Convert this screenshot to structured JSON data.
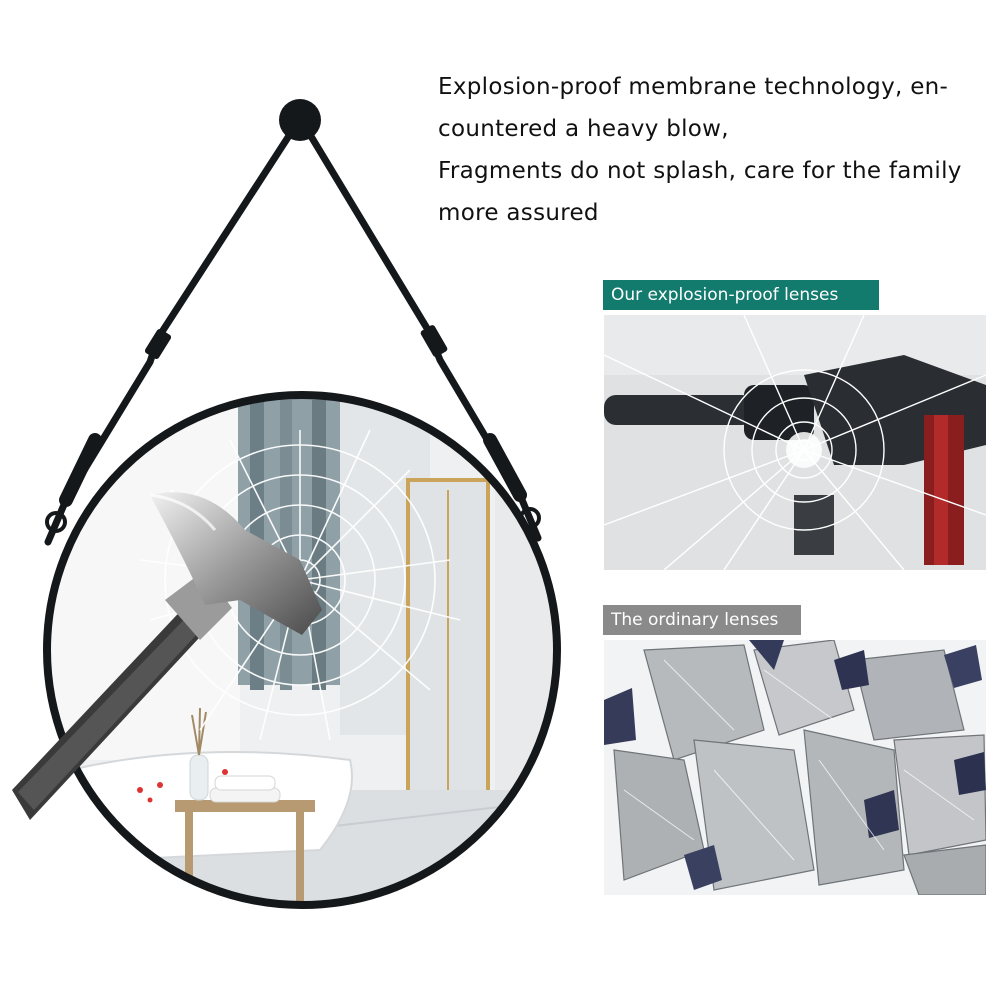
{
  "headline": {
    "lines": [
      "Explosion-proof membrane technology, en-",
      "countered a heavy blow,",
      "Fragments do not splash, care for the family",
      "more assured"
    ]
  },
  "panels": {
    "explosion_proof": {
      "label": "Our explosion-proof lenses"
    },
    "ordinary": {
      "label": "The ordinary lenses"
    }
  },
  "colors": {
    "accent_teal": "#137a6e",
    "label_gray": "#8a8a8a",
    "frame_black": "#15181a",
    "text": "#111111"
  },
  "icons": [
    "hammer-icon",
    "mirror-illustration",
    "cracked-glass-photo",
    "shattered-glass-photo"
  ]
}
